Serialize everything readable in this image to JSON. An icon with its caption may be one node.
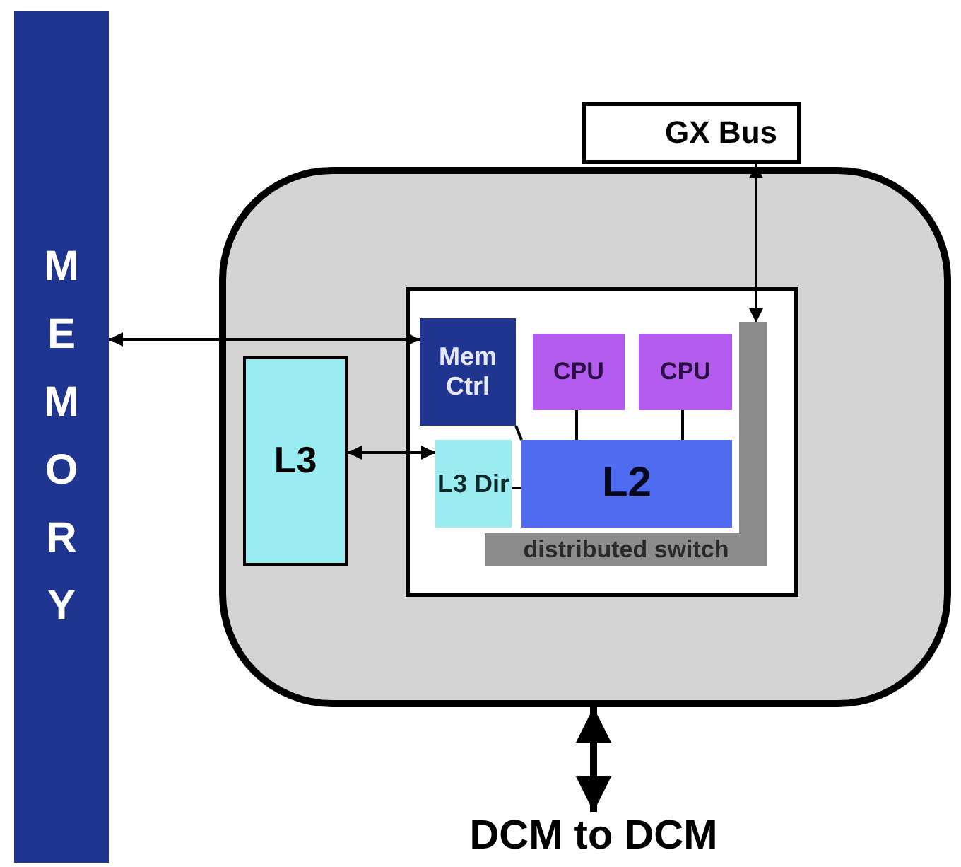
{
  "diagram": {
    "nodes": [
      {
        "text": [
          "MEMORY"
        ]
      },
      {
        "text": [],
        "shape": "box"
      },
      {
        "text": [
          "GX Bus"
        ]
      },
      {
        "text": [
          "L3"
        ],
        "in": 1
      },
      {
        "text": [],
        "shape": "box",
        "in": 1
      },
      {
        "text": [
          "Mem Ctrl"
        ],
        "in": 4
      },
      {
        "text": [
          "CPU"
        ],
        "in": 4
      },
      {
        "text": [
          "CPU"
        ],
        "in": 4
      },
      {
        "text": [
          "L3 Dir"
        ],
        "in": 4
      },
      {
        "text": [
          "L2"
        ],
        "in": 4
      },
      {
        "text": [],
        "shape": "bar",
        "in": 4
      },
      {
        "text": [
          "distributed switch"
        ],
        "in": 4
      },
      {
        "text": [
          "DCM to DCM"
        ]
      }
    ],
    "edges": [
      {
        "from": 5,
        "to": 0,
        "arrow": "both"
      },
      {
        "from": 3,
        "to": 8,
        "arrow": "both"
      },
      {
        "from": 2,
        "to": 10,
        "arrow": "both"
      },
      {
        "from": 1,
        "to": 12,
        "arrow": "both",
        "style": "thick"
      },
      {
        "from": 6,
        "to": 9,
        "arrow": "none"
      },
      {
        "from": 7,
        "to": 9,
        "arrow": "none"
      },
      {
        "from": 8,
        "to": 9,
        "arrow": "none"
      },
      {
        "from": 5,
        "to": 9,
        "arrow": "none"
      }
    ]
  }
}
